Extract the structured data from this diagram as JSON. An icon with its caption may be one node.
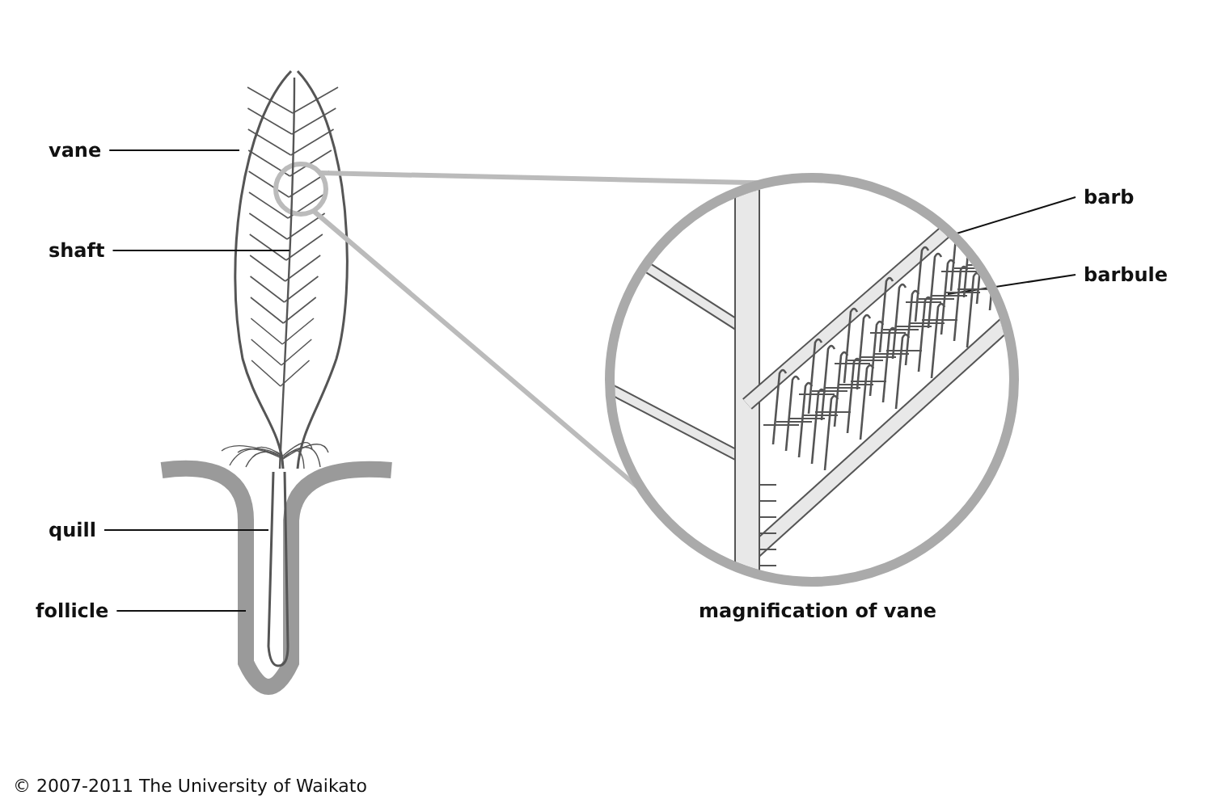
{
  "diagram": {
    "nodes": [
      {
        "text": [
          "vane"
        ]
      },
      {
        "text": [
          "barb"
        ]
      },
      {
        "text": [
          "shaft"
        ]
      },
      {
        "text": [
          "barbule"
        ]
      },
      {
        "text": [
          "quill"
        ]
      },
      {
        "text": [
          "follicle"
        ]
      },
      {
        "text": [],
        "shape": "circle",
        "in": 8
      },
      {
        "text": [],
        "shape": "circle",
        "beside": [
          "magnification of vane"
        ]
      },
      {
        "text": [],
        "shape": "picture"
      },
      {
        "text": [],
        "shape": "picture",
        "in": 7
      },
      {
        "text": [],
        "shape": "picture",
        "in": 8
      },
      {
        "text": [],
        "shape": "picture",
        "in": 7
      },
      {
        "text": [],
        "shape": "picture",
        "in": 13
      },
      {
        "text": [],
        "shape": "picture"
      }
    ],
    "edges": [
      {
        "from": 0,
        "to": 8,
        "arrow": "none"
      },
      {
        "from": 1,
        "to": 9,
        "arrow": "none"
      },
      {
        "from": 2,
        "to": 10,
        "arrow": "none"
      },
      {
        "from": 3,
        "to": 11,
        "arrow": "none"
      },
      {
        "from": 4,
        "to": 12,
        "arrow": "none"
      },
      {
        "from": 5,
        "to": 13,
        "arrow": "none"
      },
      {
        "from": 6,
        "to": 7,
        "arrow": "none",
        "style": "thick",
        "color": "#bbbbbb"
      },
      {
        "from": 6,
        "to": 7,
        "arrow": "none",
        "style": "thick",
        "color": "#bbbbbb"
      }
    ],
    "labels": [
      "© 2007-2011 The University of Waikato"
    ]
  }
}
